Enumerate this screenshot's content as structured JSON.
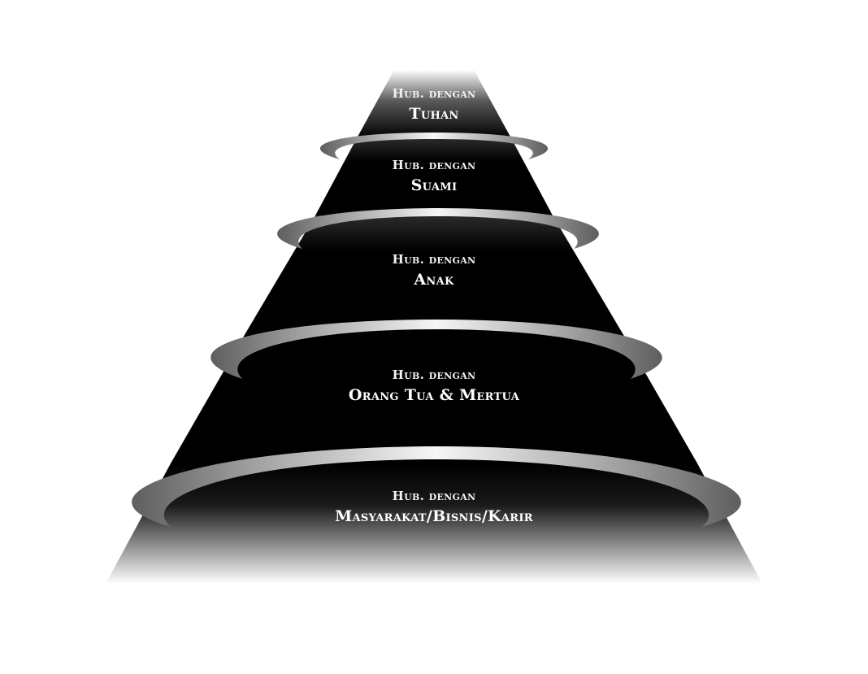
{
  "pyramid": {
    "levels": [
      {
        "prefix": "Hub. dengan",
        "name": "Tuhan"
      },
      {
        "prefix": "Hub. dengan",
        "name": "Suami"
      },
      {
        "prefix": "Hub. dengan",
        "name": "Anak"
      },
      {
        "prefix": "Hub. dengan",
        "name": "Orang Tua & Mertua"
      },
      {
        "prefix": "Hub. dengan",
        "name": "Masyarakat/Bisnis/Karir"
      }
    ],
    "colors": {
      "body": "#000000",
      "fade": "#ffffff",
      "ring_light": "#f4f4f4",
      "ring_dark": "#6e6e6e"
    }
  }
}
